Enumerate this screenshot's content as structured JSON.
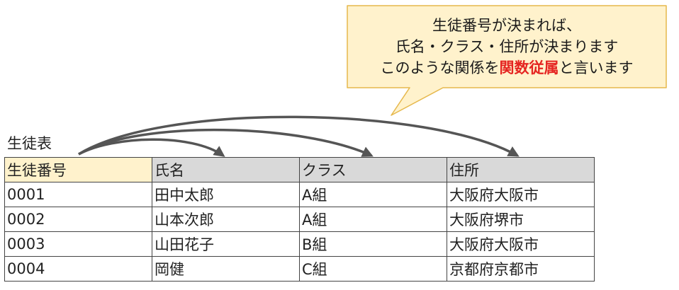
{
  "callout": {
    "line1": "生徒番号が決まれば、",
    "line2": "氏名・クラス・住所が決まります",
    "line3_before": "このような関係を",
    "line3_emphasis": "関数従属",
    "line3_after": "と言います",
    "colors": {
      "fill": "#fff2cc",
      "border": "#e6b84c",
      "emphasis": "#e52521"
    }
  },
  "table": {
    "title": "生徒表",
    "headers": [
      "生徒番号",
      "氏名",
      "クラス",
      "住所"
    ],
    "rows": [
      [
        "0001",
        "田中太郎",
        "A組",
        "大阪府大阪市"
      ],
      [
        "0002",
        "山本次郎",
        "A組",
        "大阪府堺市"
      ],
      [
        "0003",
        "山田花子",
        "B組",
        "大阪府大阪市"
      ],
      [
        "0004",
        "岡健",
        "C組",
        "京都府京都市"
      ]
    ],
    "colors": {
      "key_header": "#fff2cc",
      "header": "#d9d9d9",
      "border": "#444444"
    }
  },
  "arrows": {
    "from": "生徒番号",
    "to": [
      "氏名",
      "クラス",
      "住所"
    ],
    "color": "#555555"
  }
}
